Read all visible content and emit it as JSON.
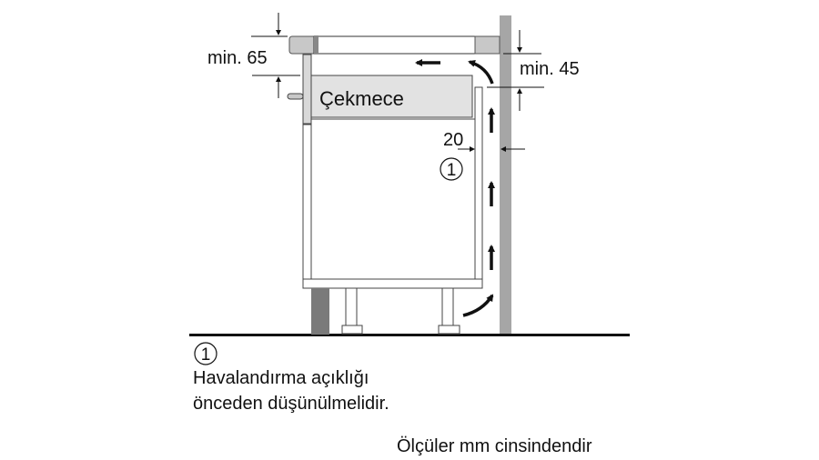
{
  "labels": {
    "drawer": "Çekmece",
    "min_top": "min. 65",
    "min_right": "min. 45",
    "gap": "20",
    "callout": "1"
  },
  "legend": {
    "marker": "1",
    "line1": "Havalandırma açıklığı",
    "line2": "önceden düşünülmelidir."
  },
  "units_note": "Ölçüler mm cinsindendir",
  "colors": {
    "wall": "#a6a6a6",
    "plinth": "#7a7a7a",
    "trim": "#c8c8c8",
    "drawer": "#e2e2e2",
    "lines": "#111111"
  }
}
